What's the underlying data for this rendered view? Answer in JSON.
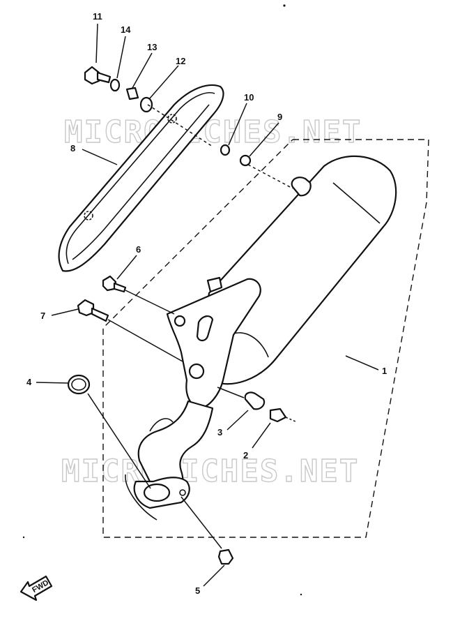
{
  "watermark": "MICROFICHES.NET",
  "fwd_label": "FWD",
  "callouts": [
    {
      "id": "1",
      "label": "1"
    },
    {
      "id": "2",
      "label": "2"
    },
    {
      "id": "3",
      "label": "3"
    },
    {
      "id": "4",
      "label": "4"
    },
    {
      "id": "5",
      "label": "5"
    },
    {
      "id": "6",
      "label": "6"
    },
    {
      "id": "7",
      "label": "7"
    },
    {
      "id": "8",
      "label": "8"
    },
    {
      "id": "9",
      "label": "9"
    },
    {
      "id": "10",
      "label": "10"
    },
    {
      "id": "11",
      "label": "11"
    },
    {
      "id": "12",
      "label": "12"
    },
    {
      "id": "13",
      "label": "13"
    },
    {
      "id": "14",
      "label": "14"
    }
  ]
}
